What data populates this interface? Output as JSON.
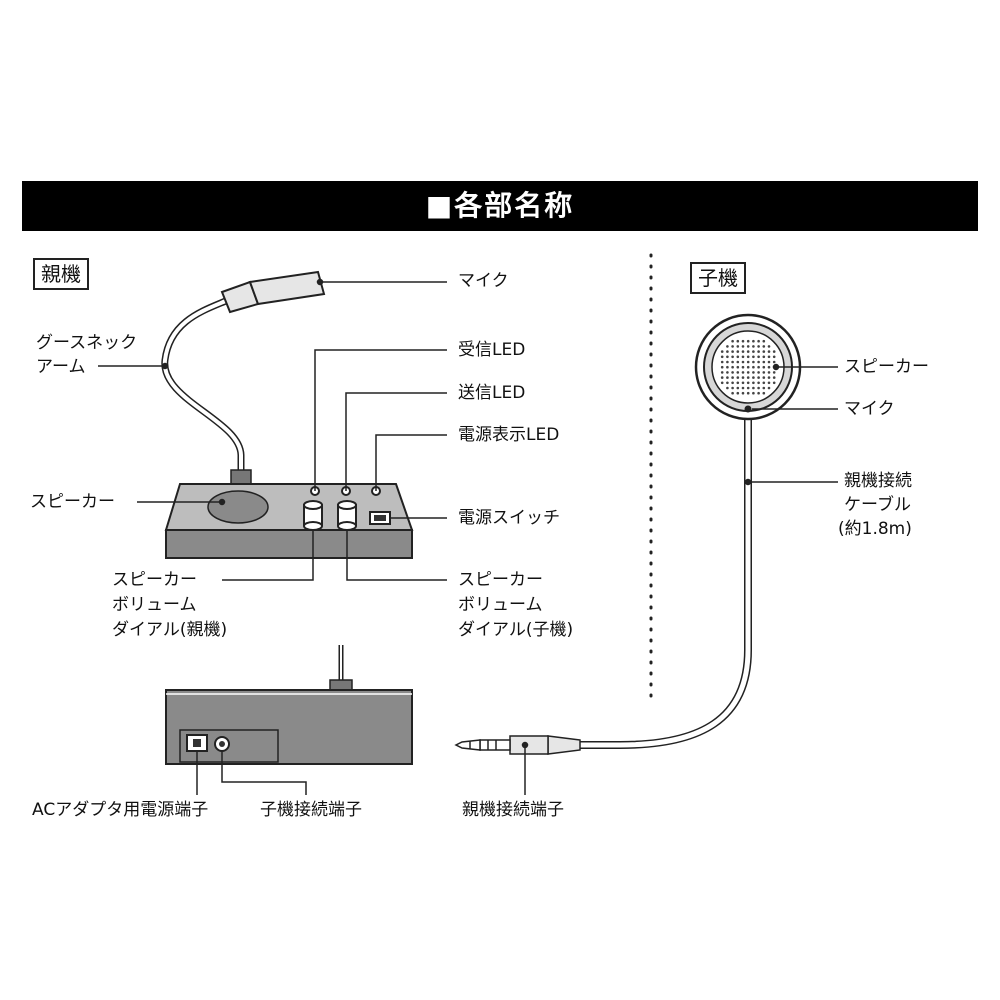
{
  "title": "■各部名称",
  "parent_section": "親機",
  "child_section": "子機",
  "labels": {
    "mic": "マイク",
    "gooseneck_1": "グースネック",
    "gooseneck_2": "アーム",
    "recv_led": "受信LED",
    "send_led": "送信LED",
    "power_led": "電源表示LED",
    "speaker_parent": "スピーカー",
    "power_switch": "電源スイッチ",
    "vol_parent_1": "スピーカー",
    "vol_parent_2": "ボリューム",
    "vol_parent_3": "ダイアル(親機)",
    "vol_child_1": "スピーカー",
    "vol_child_2": "ボリューム",
    "vol_child_3": "ダイアル(子機)",
    "ac_terminal": "ACアダプタ用電源端子",
    "child_terminal": "子機接続端子",
    "child_speaker": "スピーカー",
    "child_mic": "マイク",
    "cable_1": "親機接続",
    "cable_2": "ケーブル",
    "cable_3": "(約1.8m)",
    "parent_terminal": "親機接続端子"
  },
  "colors": {
    "title_bg": "#000000",
    "title_fg": "#ffffff",
    "device_side": "#8a8a8a",
    "device_top": "#bdbdbd",
    "line": "#222222"
  }
}
